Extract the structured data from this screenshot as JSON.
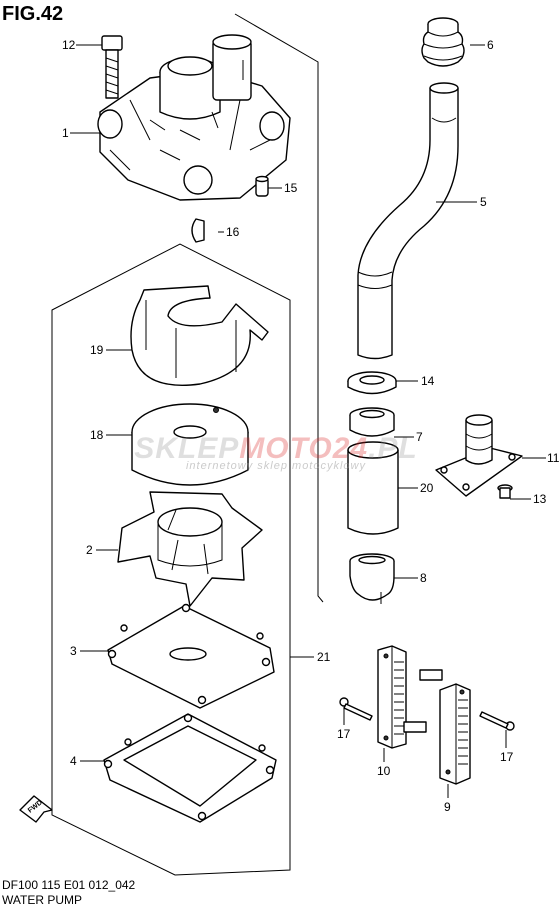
{
  "figure": {
    "title": "FIG.42"
  },
  "watermark": {
    "brand_part1": "SKLEP",
    "brand_part2": "MOTO24",
    "brand_part3": ".PL",
    "tagline": "internetowy sklep motocyklowy"
  },
  "callouts": {
    "c1": "1",
    "c2": "2",
    "c3": "3",
    "c4": "4",
    "c5": "5",
    "c6": "6",
    "c7": "7",
    "c8": "8",
    "c9": "9",
    "c10": "10",
    "c11": "11",
    "c12": "12",
    "c13": "13",
    "c14": "14",
    "c15": "15",
    "c16": "16",
    "c17a": "17",
    "c17b": "17",
    "c18": "18",
    "c19": "19",
    "c20": "20",
    "c21": "21"
  },
  "fwd_mark": "FWD",
  "footer": {
    "code": "DF100 115 E01 012_042",
    "name": "WATER PUMP"
  },
  "colors": {
    "ink": "#000000",
    "watermark_gray": "#8c8c8c",
    "watermark_red": "#dc2828"
  }
}
